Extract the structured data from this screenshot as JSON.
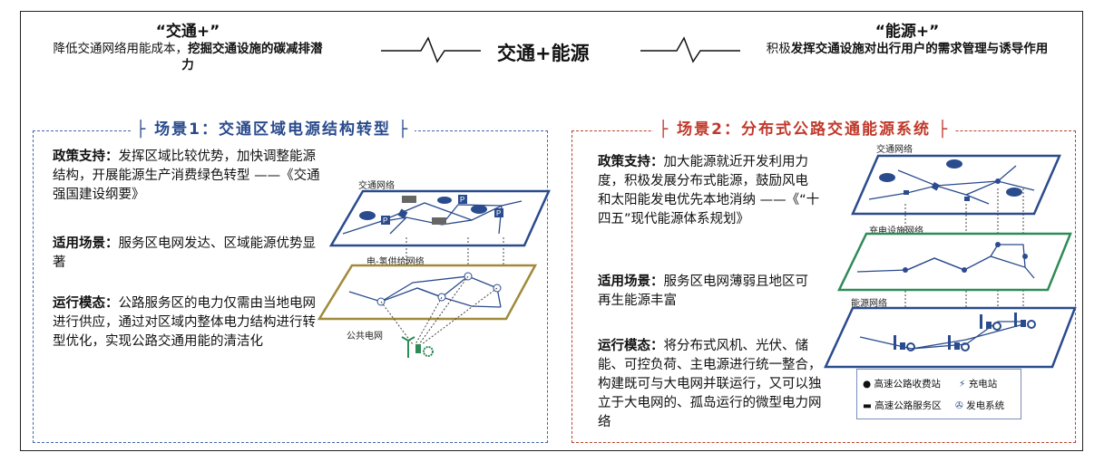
{
  "top": {
    "left": {
      "title": "“交通+”",
      "desc_normal": "降低交通网络用能成本，",
      "desc_bold": "挖掘交通设施的碳减排潜力"
    },
    "center": {
      "title": "交通+能源"
    },
    "right": {
      "title": "“能源+”",
      "desc_normal": "积极",
      "desc_bold": "发挥交通设施对出行用户的需求管理与诱导作用"
    }
  },
  "scene1": {
    "title": "场景1：交通区域电源结构转型",
    "policy_label": "政策支持：",
    "policy_text": "发挥区域比较优势，加快调整能源结构，开展能源生产消费绿色转型 ——《交通强国建设纲要》",
    "apply_label": "适用场景：",
    "apply_text": "服务区电网发达、区域能源优势显著",
    "mode_label": "运行模态：",
    "mode_text": "公路服务区的电力仅需由当地电网进行供应，通过对区域内整体电力结构进行转型优化，实现公路交通用能的清洁化",
    "diagram": {
      "traffic_net": "交通网络",
      "power_net": "电-氢供给网络",
      "grid": "公共电网"
    }
  },
  "scene2": {
    "title": "场景2：分布式公路交通能源系统",
    "policy_label": "政策支持：",
    "policy_text": "加大能源就近开发利用力度，积极发展分布式能源，鼓励风电和太阳能发电优先本地消纳 ——《“十四五”现代能源体系规划》",
    "apply_label": "适用场景：",
    "apply_text": "服务区电网薄弱且地区可再生能源丰富",
    "mode_label": "运行模态：",
    "mode_text": "将分布式风机、光伏、储 能、可控负荷、主电源进行统一整合，构建既可与大电网并联运行，又可以独立于大电网的、孤岛运行的微型电力网络",
    "diagram": {
      "traffic_net": "交通网络",
      "charge_net": "充电设施网络",
      "energy_net": "能源网络"
    },
    "legend": {
      "toll": "高速公路收费站",
      "charge": "充电站",
      "service": "高速公路服务区",
      "gen": "发电系统"
    }
  },
  "colors": {
    "blue": "#2a4b8d",
    "red": "#c0392b",
    "green": "#2e8b57",
    "gold": "#a08a3c"
  }
}
